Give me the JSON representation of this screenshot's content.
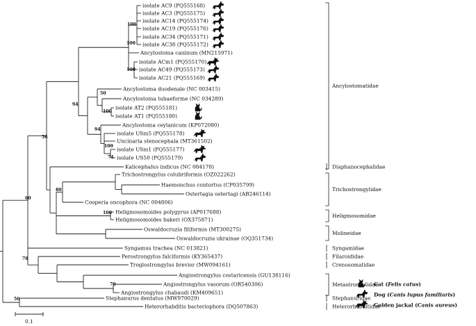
{
  "taxa": [
    {
      "label": "isolate AC9 (PQ555168)",
      "icon": "dog"
    },
    {
      "label": "isolate AC3 (PQ555175)",
      "icon": "dog"
    },
    {
      "label": "isolate AC14 (PQ555174)",
      "icon": "dog"
    },
    {
      "label": "isolate AC19 (PQ555176)",
      "icon": "dog"
    },
    {
      "label": "isolate AC34 (PQ555171)",
      "icon": "dog"
    },
    {
      "label": "isolate AC38 (PQ555172)",
      "icon": "dog"
    },
    {
      "label": "Ancylostoma caninum (MN215971)",
      "icon": ""
    },
    {
      "label": "isolate ACm1 (PQ555170)",
      "icon": "jackal"
    },
    {
      "label": "isolate AC49 (PQ555173)",
      "icon": "dog"
    },
    {
      "label": "isolate AC21 (PQ555169)",
      "icon": "dog"
    },
    {
      "label": "Ancylostoma duodenale (NC 003415)",
      "icon": ""
    },
    {
      "label": "Ancylostoma tubaeforme (NC 034289)",
      "icon": ""
    },
    {
      "label": "isolate AT2 (PQ555181)",
      "icon": "cat"
    },
    {
      "label": "isolate AT1 (PQ555180)",
      "icon": "cat"
    },
    {
      "label": "Ancylostoma ceylanicum (KP072080)",
      "icon": ""
    },
    {
      "label": "isolate USm5 (PQ555178)",
      "icon": "jackal"
    },
    {
      "label": "Uncinaria stenocephala (MT361502)",
      "icon": ""
    },
    {
      "label": "isolate USm1 (PQ555177)",
      "icon": "jackal"
    },
    {
      "label": "isolate US50 (PQ555179)",
      "icon": "dog"
    },
    {
      "label": "Kalicephalus indicus (NC 084178)",
      "icon": ""
    },
    {
      "label": "Trichostrongylus colubriformis (OZ022262)",
      "icon": ""
    },
    {
      "label": "Haemonchus contortus (CP035799)",
      "icon": ""
    },
    {
      "label": "Ostertagia ostertagi (AB246114)",
      "icon": ""
    },
    {
      "label": "Cooperia oncophora (NC 004806)",
      "icon": ""
    },
    {
      "label": "Heligmosomoides polygyrus (AP017688)",
      "icon": ""
    },
    {
      "label": "Heligmosomoides bakeri (OX375871)",
      "icon": ""
    },
    {
      "label": "Oswaldocruzia filiformis (MT300275)",
      "icon": ""
    },
    {
      "label": "Oswaldocruzia ukrainae (OQ351734)",
      "icon": ""
    },
    {
      "label": "Syngamus trachea (NC 013821)",
      "icon": ""
    },
    {
      "label": "Perostrongylus falciformis (KY365437)",
      "icon": ""
    },
    {
      "label": "Troglostrongylus brevior (MW094161)",
      "icon": ""
    },
    {
      "label": "Angiostrongylus costaricensis (GU138116)",
      "icon": ""
    },
    {
      "label": "Angiostrongylus vasorum (OR540306)",
      "icon": ""
    },
    {
      "label": "Angiostrongylus chabaudi (KM409651)",
      "icon": ""
    },
    {
      "label": "Stephanurus dentatus (MW970029)",
      "icon": ""
    },
    {
      "label": "Heterorhabditis bacteriophora (DQ507863)",
      "icon": ""
    }
  ],
  "support": [
    "100",
    "100",
    "100",
    "94",
    "50",
    "100",
    "94",
    "100",
    "74",
    "56",
    "80",
    "100",
    "60",
    "78",
    "70",
    "56"
  ],
  "families": [
    "Ancylostomatidae",
    "Diaphanocephalidae",
    "Trichostrongylidae",
    "Heligmosomidae",
    "Molineidae",
    "Syngamidae",
    "Filaroididae",
    "Crenosomatidae",
    "Metastrongylidae",
    "Stephanuridae",
    "Heterorhabditidae"
  ],
  "legend": [
    {
      "icon": "cat",
      "common": "Cat",
      "latin": "Felis catus"
    },
    {
      "icon": "dog",
      "common": "Dog",
      "latin": "Canis lupus familiaris"
    },
    {
      "icon": "jackal",
      "common": "Golden jackal",
      "latin": "Canis aureus"
    }
  ],
  "scale_label": "0.1"
}
